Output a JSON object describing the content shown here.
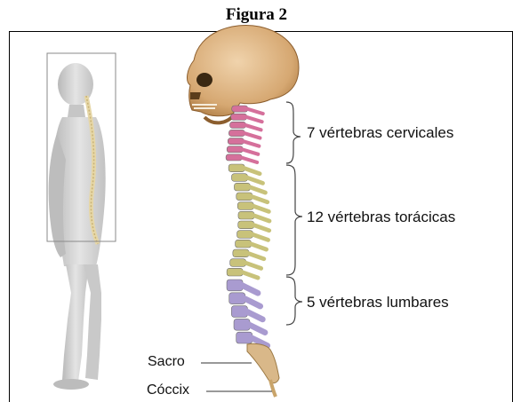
{
  "figure": {
    "title": "Figura 2"
  },
  "labels": {
    "cervical": "7 vértebras cervicales",
    "thoracic": "12 vértebras torácicas",
    "lumbar": "5 vértebras lumbares",
    "sacrum": "Sacro",
    "coccyx": "Cóccix"
  },
  "colors": {
    "cervical": "#d5709b",
    "thoracic": "#c8c27a",
    "lumbar": "#a99bd0",
    "sacrum": "#d9b889",
    "skull": "#d9b48a",
    "body": "#cfcfcf"
  }
}
